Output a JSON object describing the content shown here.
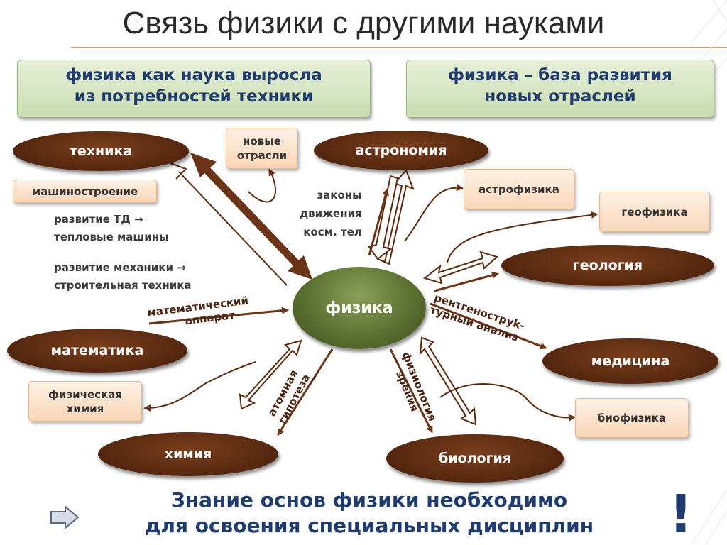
{
  "title": "Связь физики с другими науками",
  "top_boxes": {
    "left": [
      "физика как наука выросла",
      "из потребностей техники"
    ],
    "right": [
      "физика – база развития",
      "новых отраслей"
    ]
  },
  "nodes": {
    "center": "физика",
    "tehnika": "техника",
    "astronomiya": "астрономия",
    "geologiya": "геология",
    "matematika": "математика",
    "meditsina": "медицина",
    "himiya": "химия",
    "biologiya": "биология"
  },
  "derived": {
    "novye_otrasli": [
      "новые",
      "отрасли"
    ],
    "mashinostroenie": "машиностроение",
    "astrofizika": "астрофизика",
    "geofizika": "геофизика",
    "fizicheskaya_himiya": [
      "физическая",
      "химия"
    ],
    "biofizika": "биофизика"
  },
  "notes": {
    "td": [
      "развитие ТД →",
      "тепловые машины"
    ],
    "mechanics": [
      "развитие механики →",
      "строительная техника"
    ],
    "laws": [
      "законы",
      "движения",
      "косм. тел"
    ]
  },
  "edge_labels": {
    "math": [
      "математический",
      "аппарат"
    ],
    "xray": [
      "рентгеноструk-",
      "турный анализ"
    ],
    "atom": [
      "атомная",
      "гипотеза"
    ],
    "vision": [
      "физиология",
      "зрения"
    ]
  },
  "bottom": {
    "line1": "Знание основ физики необходимо",
    "line2": "для освоения специальных дисциплин",
    "exclaim": "!"
  },
  "colors": {
    "oval_brown": "#5a2a10",
    "center_green": "#5c7030",
    "text_blue": "#1f3b6f",
    "arrow_brown": "#6b3416",
    "peach": "#fad6b7"
  }
}
